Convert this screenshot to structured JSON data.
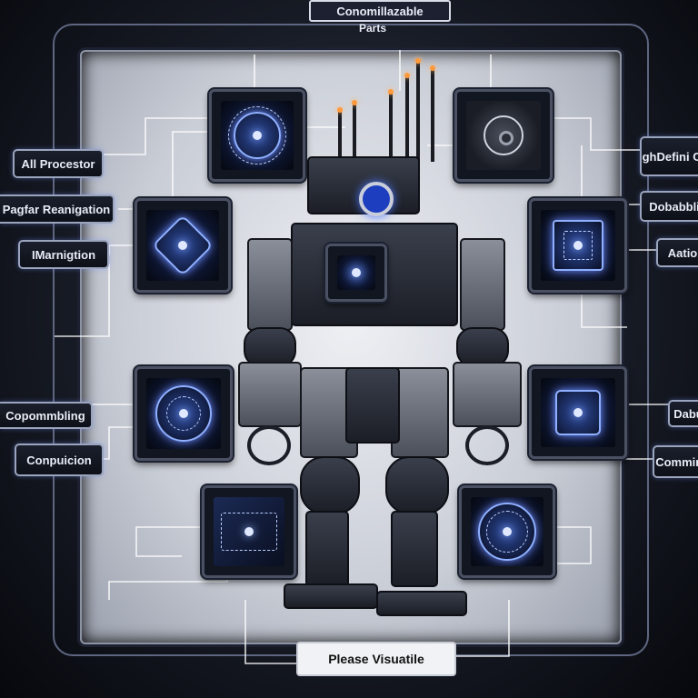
{
  "header": {
    "title": "Conomillazable",
    "subtitle": "Parts"
  },
  "left_labels": [
    "All Procestor",
    "Pagfar Reanigation",
    "IMarnigtion",
    "Copommbling",
    "Conpuicion"
  ],
  "right_labels": [
    "HighDefini Cam",
    "Dobabbli",
    "Aatio",
    "Dabu",
    "Commini"
  ],
  "footer": {
    "button_label": "Please Visuatile"
  },
  "colors": {
    "accent": "#8fb0ff",
    "panel": "#d6d9e0",
    "frame": "#5e6680",
    "label_bg": "#0d1018"
  }
}
